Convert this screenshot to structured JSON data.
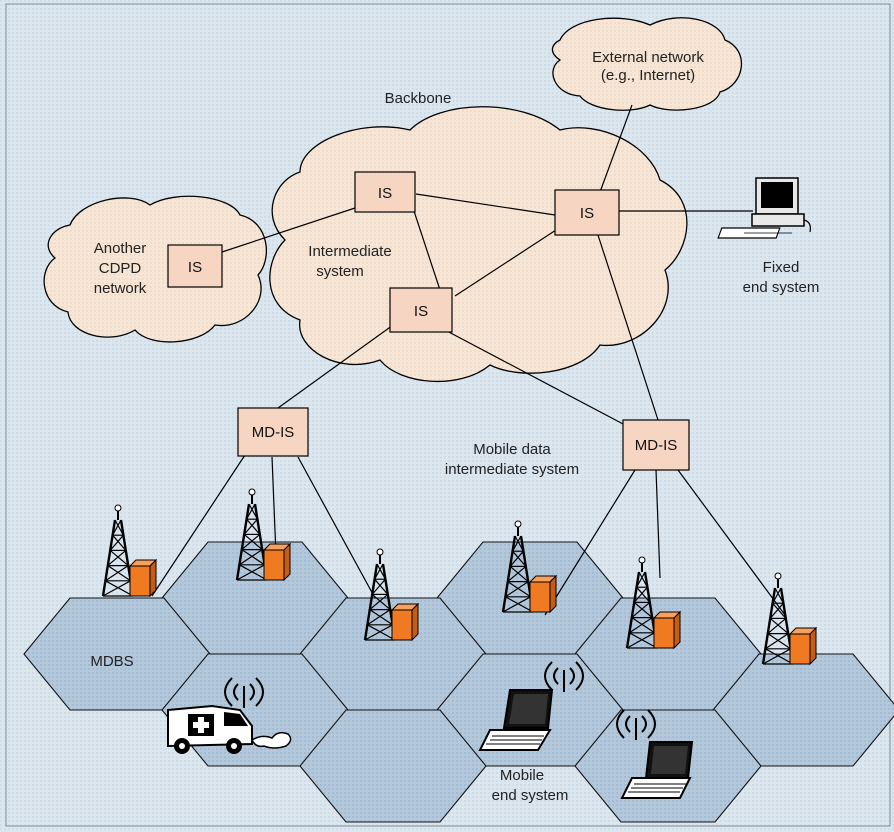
{
  "colors": {
    "background": "#dbe6ef",
    "cloud_fill": "#f7e6d6",
    "box_fill": "#f6d6c2",
    "hex_fill": "#adc3d8",
    "mdbs_box": "#ef7a22",
    "line": "#000000"
  },
  "nodes": {
    "is_other": "IS",
    "is_top": "IS",
    "is_right": "IS",
    "is_mid": "IS",
    "mdis_left": "MD-IS",
    "mdis_right": "MD-IS"
  },
  "labels": {
    "backbone": "Backbone",
    "external_network": [
      "External network",
      "(e.g., Internet)"
    ],
    "another_cdpd": [
      "Another",
      "CDPD",
      "network"
    ],
    "intermediate_system": [
      "Intermediate",
      "system"
    ],
    "fixed_end_system": [
      "Fixed",
      "end system"
    ],
    "mobile_data_is": [
      "Mobile data",
      "intermediate system"
    ],
    "mdbs": "MDBS",
    "mobile_end_system": [
      "Mobile",
      "end system"
    ]
  },
  "icons": {
    "computer": "desktop-computer-icon",
    "tower": "radio-tower-icon",
    "base_station": "base-station-box-icon",
    "laptop": "laptop-icon",
    "ambulance": "ambulance-icon",
    "wireless": "wireless-signal-icon"
  }
}
